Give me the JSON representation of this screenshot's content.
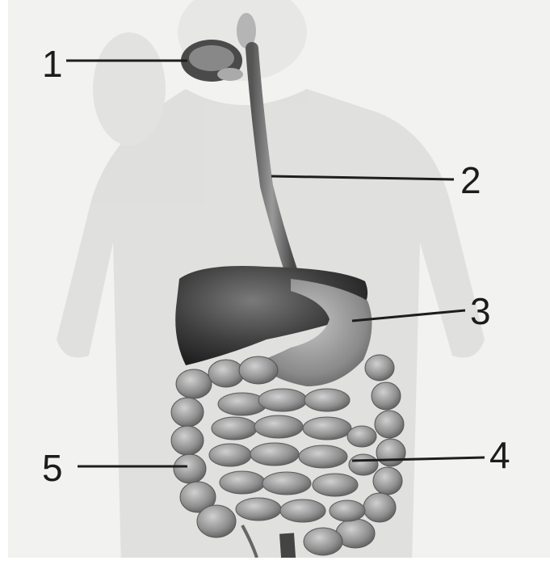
{
  "diagram": {
    "labels": [
      "1",
      "2",
      "3",
      "4",
      "5"
    ],
    "colors": {
      "organ_dark": "#3a3a3a",
      "organ_mid": "#6e6e6e",
      "organ_light": "#a9a9a9",
      "silhouette": "#d9d9d7",
      "leader_line": "#1e1e1e"
    },
    "icons": [
      "digestive-system-illustration",
      "body-silhouette"
    ]
  }
}
